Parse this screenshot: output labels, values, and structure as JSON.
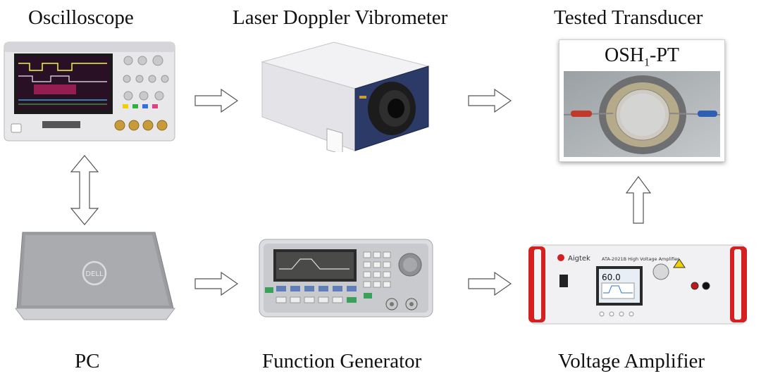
{
  "labels": {
    "oscilloscope": "Oscilloscope",
    "vibrometer": "Laser Doppler Vibrometer",
    "transducer": "Tested Transducer",
    "pc": "PC",
    "function_generator": "Function Generator",
    "amplifier": "Voltage Amplifier"
  },
  "transducer_caption": {
    "main": "OSH",
    "subscript": "1",
    "suffix": "-PT"
  },
  "device_text": {
    "amp_brand": "Aigtek",
    "amp_model": "ATA-2021B High Voltage Amplifier",
    "amp_display": "60.0",
    "pc_logo": "DELL"
  },
  "connections": [
    {
      "from": "Oscilloscope",
      "to": "PC",
      "direction": "bidirectional"
    },
    {
      "from": "Oscilloscope",
      "to": "Laser Doppler Vibrometer",
      "direction": "forward"
    },
    {
      "from": "Laser Doppler Vibrometer",
      "to": "Tested Transducer",
      "direction": "forward"
    },
    {
      "from": "PC",
      "to": "Function Generator",
      "direction": "forward"
    },
    {
      "from": "Function Generator",
      "to": "Voltage Amplifier",
      "direction": "forward"
    },
    {
      "from": "Voltage Amplifier",
      "to": "Tested Transducer",
      "direction": "forward"
    }
  ],
  "colors": {
    "arrow_stroke": "#555555",
    "amp_handle": "#d42020",
    "lvdv_body": "#2b3a66",
    "probe_red": "#c0392b",
    "probe_blue": "#2f5fb3"
  }
}
